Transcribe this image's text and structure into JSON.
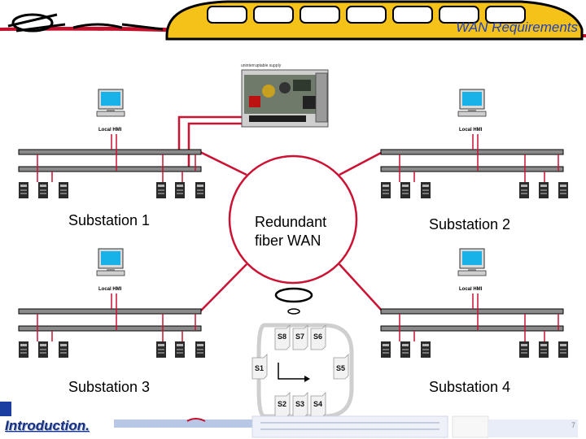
{
  "header": {
    "title": "WAN Requirements"
  },
  "device": {
    "caption": "uninterruptable supply"
  },
  "substations": [
    {
      "label": "Substation 1",
      "pc_label": "Local HMI"
    },
    {
      "label": "Substation 2",
      "pc_label": "Local HMI"
    },
    {
      "label": "Substation 3",
      "pc_label": "Local HMI"
    },
    {
      "label": "Substation 4",
      "pc_label": "Local HMI"
    }
  ],
  "wan": {
    "label_line1": "Redundant",
    "label_line2": "fiber WAN"
  },
  "ring_switches": [
    "S8",
    "S7",
    "S6",
    "S1",
    "S5",
    "S2",
    "S3",
    "S4"
  ],
  "footer": {
    "section": "Introduction.",
    "page": "7"
  },
  "colors": {
    "link_red": "#cc1133",
    "title_blue": "#1f3fbf",
    "bus_gray": "#8a8a8a"
  }
}
